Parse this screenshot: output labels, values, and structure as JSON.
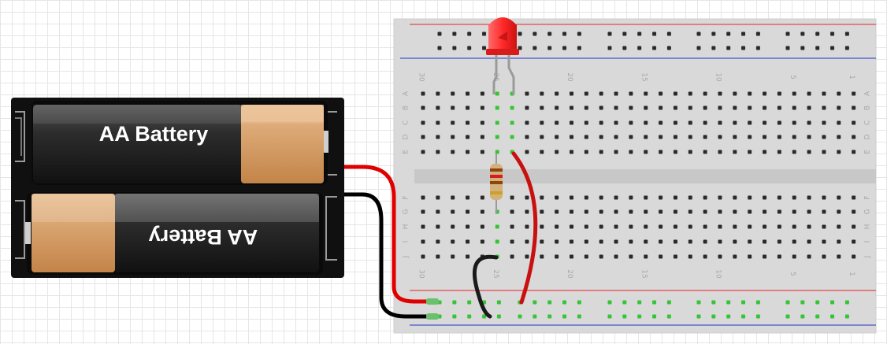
{
  "breadboard": {
    "row_letters_top": [
      "A",
      "B",
      "C",
      "D",
      "E"
    ],
    "row_letters_bottom": [
      "F",
      "G",
      "H",
      "I",
      "J"
    ],
    "column_numbers": [
      "30",
      "25",
      "20",
      "15",
      "10",
      "5",
      "1"
    ],
    "rail_colors": {
      "positive": "#e8252a",
      "negative": "#2233cc"
    },
    "connected_hole_color": "#37c437"
  },
  "battery_pack": {
    "cells": [
      {
        "label": "AA Battery"
      },
      {
        "label": "AA Battery"
      }
    ]
  },
  "wires": {
    "battery_positive": "#e00000",
    "battery_negative": "#000000",
    "jumper_positive": "#c81010",
    "jumper_negative": "#1a1a1a"
  },
  "led": {
    "color": "#ff2a2a"
  },
  "resistor": {
    "body_color": "#d4b07a"
  }
}
